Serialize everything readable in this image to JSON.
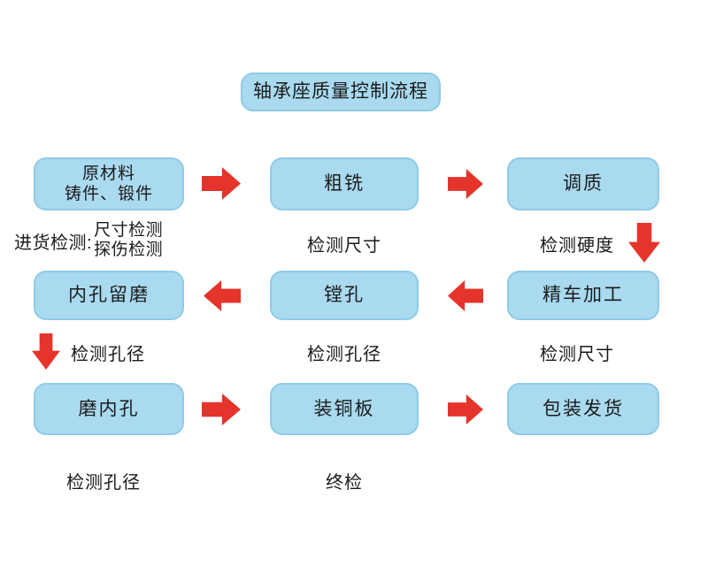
{
  "title": "轴承座质量控制流程",
  "boxes": {
    "raw_material_line1": "原材料",
    "raw_material_line2": "铸件、锻件",
    "rough_milling": "粗铣",
    "tempering": "调质",
    "bore_grinding_allowance": "内孔留磨",
    "boring": "镗孔",
    "fine_turning": "精车加工",
    "grind_bore": "磨内孔",
    "copper_plate": "装铜板",
    "packing_shipping": "包装发货"
  },
  "labels": {
    "incoming_prefix": "进货检测:",
    "incoming_line1": "尺寸检测",
    "incoming_line2": "探伤检测",
    "check_size_row1": "检测尺寸",
    "check_hardness": "检测硬度",
    "check_bore_row2_left": "检测孔径",
    "check_bore_row2_mid": "检测孔径",
    "check_size_row2_right": "检测尺寸",
    "check_bore_row3": "检测孔径",
    "final_inspection": "终检"
  },
  "colors": {
    "box_fill": "#A9DAEF",
    "box_border": "#8FCBE7",
    "arrow": "#E5342B",
    "text": "#1B1B1B",
    "background": "#FFFFFF"
  }
}
